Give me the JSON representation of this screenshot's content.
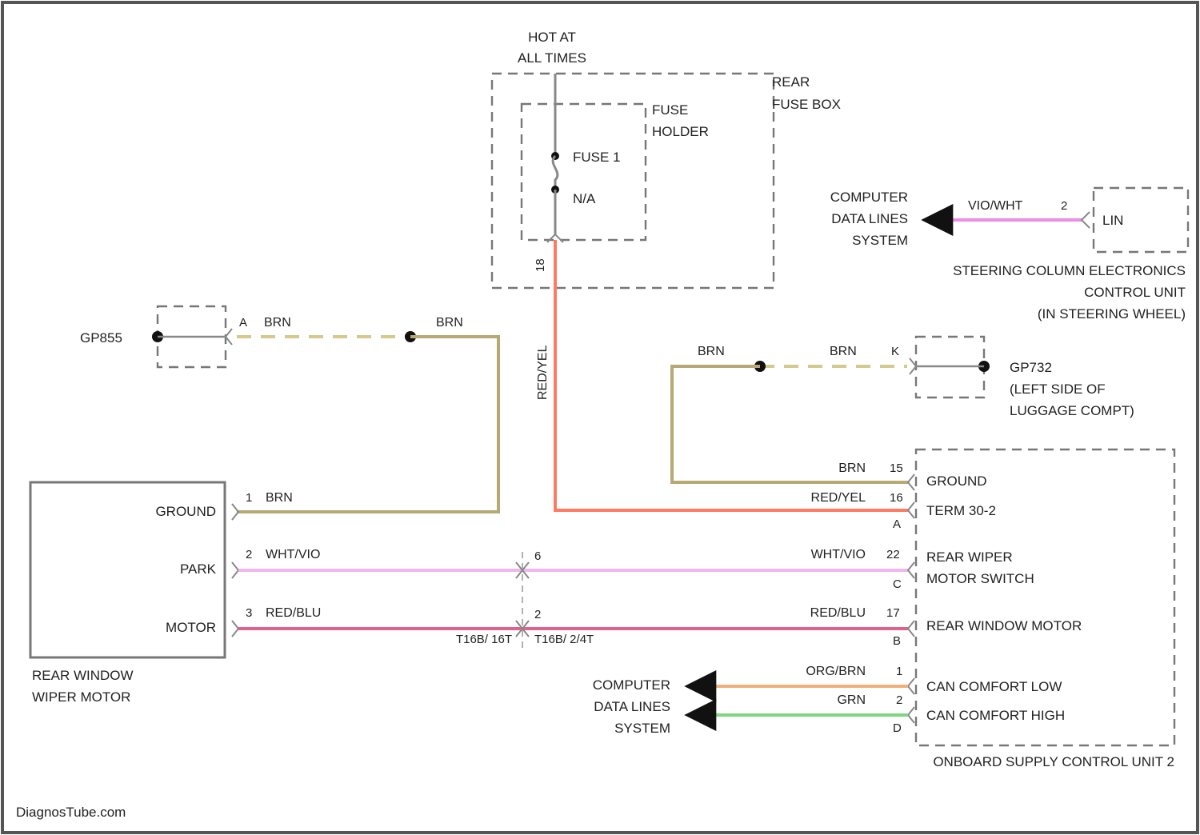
{
  "hot_at_all_times": [
    "HOT AT",
    "ALL TIMES"
  ],
  "rear_fuse_box": [
    "REAR",
    "FUSE BOX"
  ],
  "fuse_holder": [
    "FUSE",
    "HOLDER"
  ],
  "fuse_1": "FUSE 1",
  "fuse_rating": "N/A",
  "fuse_pin_18": "18",
  "wire_red_yel_vertical": "RED/YEL",
  "gp855": {
    "name": "GP855",
    "pin": "A",
    "wire_1": "BRN",
    "wire_2": "BRN"
  },
  "computer_data_lines_top": [
    "COMPUTER",
    "DATA LINES",
    "SYSTEM"
  ],
  "lin_wire": "VIO/WHT",
  "lin_pin": "2",
  "lin_label": "LIN",
  "steering_column_unit": [
    "STEERING COLUMN ELECTRONICS",
    "CONTROL UNIT",
    "(IN STEERING WHEEL)"
  ],
  "gp732": {
    "name_lines": [
      "GP732",
      "(LEFT SIDE OF",
      "LUGGAGE COMPT)"
    ],
    "pin": "K",
    "wire_1": "BRN",
    "wire_2": "BRN"
  },
  "rear_wiper_motor": {
    "name": [
      "REAR WINDOW",
      "WIPER MOTOR"
    ],
    "ground_label": "GROUND",
    "park_label": "PARK",
    "motor_label": "MOTOR",
    "pin_1": "1",
    "wire_1": "BRN",
    "pin_2": "2",
    "wire_2": "WHT/VIO",
    "pin_3": "3",
    "wire_3": "RED/BLU"
  },
  "inline_connector": {
    "pin_6": "6",
    "pin_2": "2",
    "label_left": "T16B/ 16T",
    "label_right": "T16B/ 2/4T"
  },
  "onboard_unit": {
    "name": "ONBOARD SUPPLY CONTROL UNIT 2",
    "ground": "GROUND",
    "ground_wire": "BRN",
    "ground_pin": "15",
    "term": "TERM 30-2",
    "term_wire": "RED/YEL",
    "term_pin": "16",
    "conn_a": "A",
    "wiper_switch": [
      "REAR WIPER",
      "MOTOR SWITCH"
    ],
    "switch_wire": "WHT/VIO",
    "switch_pin": "22",
    "conn_c": "C",
    "rear_window_motor": "REAR WINDOW MOTOR",
    "motor_wire": "RED/BLU",
    "motor_pin": "17",
    "conn_b": "B",
    "can_low": "CAN COMFORT LOW",
    "can_low_wire": "ORG/BRN",
    "can_low_pin": "1",
    "can_high": "CAN COMFORT HIGH",
    "can_high_wire": "GRN",
    "can_high_pin": "2",
    "conn_d": "D"
  },
  "computer_data_lines_bottom": [
    "COMPUTER",
    "DATA LINES",
    "SYSTEM"
  ],
  "watermark": "DiagnosTube.com",
  "colors": {
    "brn": "#b7a874",
    "brn_dashed": "#d4c98f",
    "red_yel": "#ff7a63",
    "wht_vio": "#f0b6ee",
    "red_blu": "#e0618d",
    "org_brn": "#f0b07a",
    "grn": "#7fd67f",
    "vio_wht": "#ee8de8"
  }
}
